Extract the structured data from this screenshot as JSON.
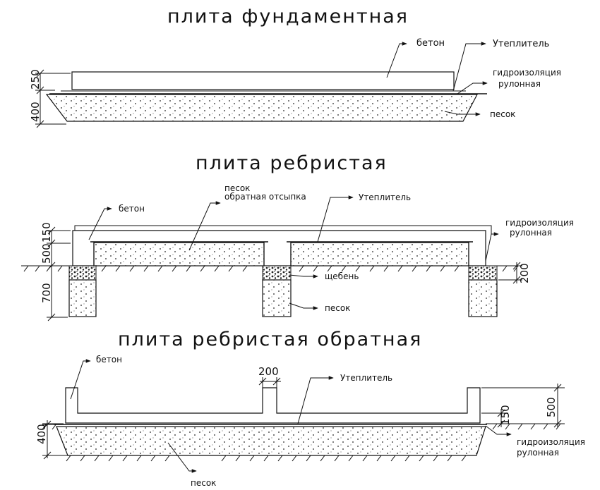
{
  "sections": [
    {
      "title": "плита фундаментная",
      "labels": {
        "concrete": "бетон",
        "insulation": "Утеплитель",
        "waterproofing_1": "гидроизоляция",
        "waterproofing_2": "рулонная",
        "sand": "песок"
      },
      "dimensions": [
        "250",
        "400"
      ]
    },
    {
      "title": "плита ребристая",
      "labels": {
        "concrete": "бетон",
        "backfill_1": "песок",
        "backfill_2": "обратная отсыпка",
        "insulation": "Утеплитель",
        "waterproofing_1": "гидроизоляция",
        "waterproofing_2": "рулонная",
        "gravel": "щебень",
        "sand": "песок"
      },
      "dimensions": [
        "150",
        "500",
        "700",
        "200"
      ]
    },
    {
      "title": "плита ребристая обратная",
      "labels": {
        "concrete": "бетон",
        "insulation": "Утеплитель",
        "waterproofing_1": "гидроизоляция",
        "waterproofing_2": "рулонная",
        "sand": "песок"
      },
      "dimensions": [
        "200",
        "400",
        "150",
        "500"
      ]
    }
  ]
}
